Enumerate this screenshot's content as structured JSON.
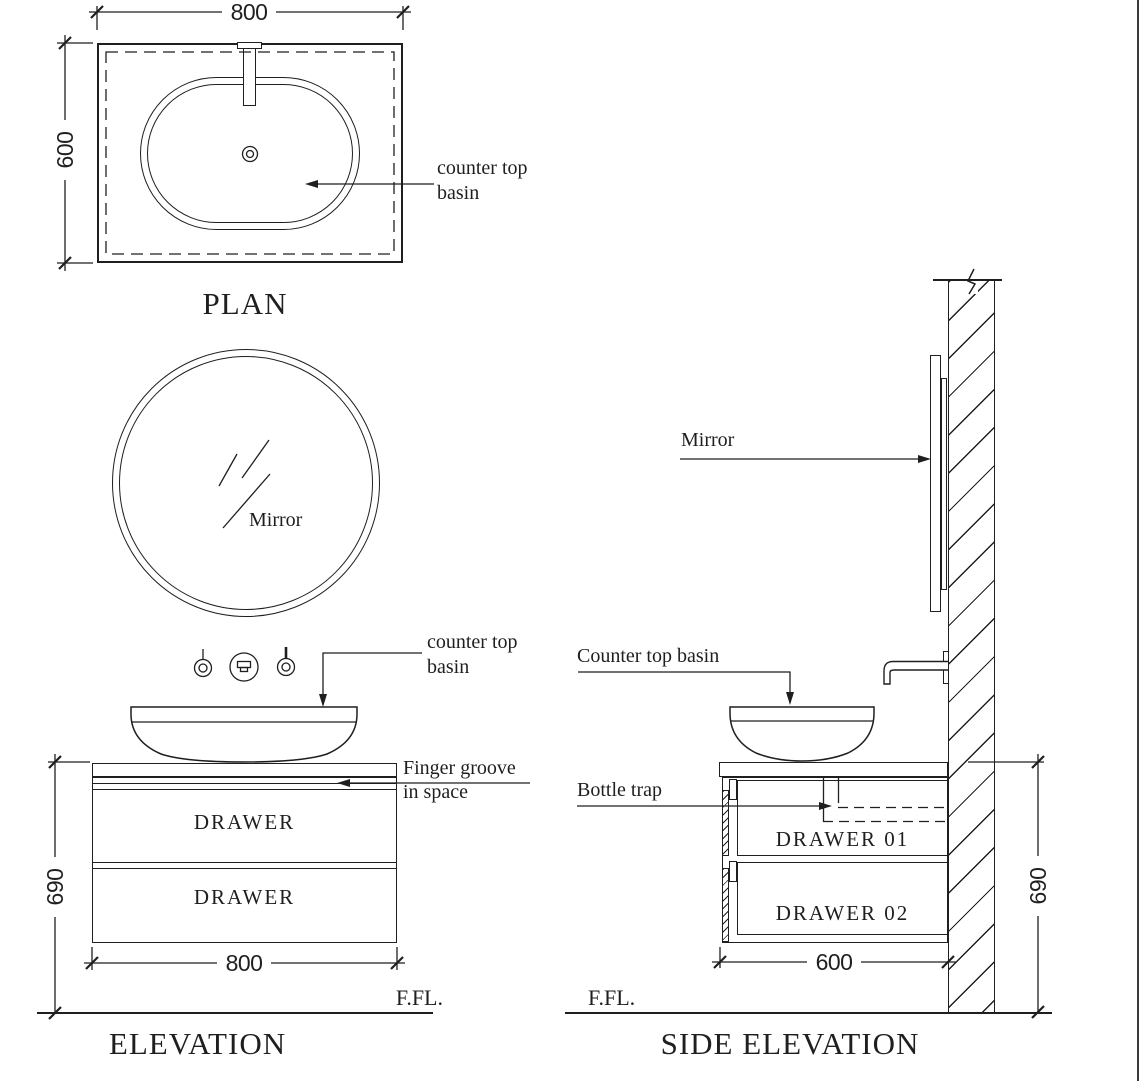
{
  "meta": {
    "ink_color": "#1f1f1f",
    "background_color": "#ffffff"
  },
  "plan": {
    "title": "PLAN",
    "dim_width": "800",
    "dim_depth": "600",
    "basin_label_1": "counter top",
    "basin_label_2": "basin"
  },
  "elevation": {
    "title": "ELEVATION",
    "mirror_label": "Mirror",
    "basin_label_1": "counter top",
    "basin_label_2": "basin",
    "groove_label_1": "Finger groove",
    "groove_label_2": "in space",
    "drawer_label_1": "DRAWER",
    "drawer_label_2": "DRAWER",
    "dim_width": "800",
    "dim_height": "690",
    "floor_label": "F.FL."
  },
  "side": {
    "title": "SIDE ELEVATION",
    "mirror_label": "Mirror",
    "basin_label": "Counter top basin",
    "trap_label": "Bottle trap",
    "drawer01_label": "DRAWER 01",
    "drawer02_label": "DRAWER 02",
    "dim_depth": "600",
    "dim_height": "690",
    "floor_label": "F.FL."
  }
}
